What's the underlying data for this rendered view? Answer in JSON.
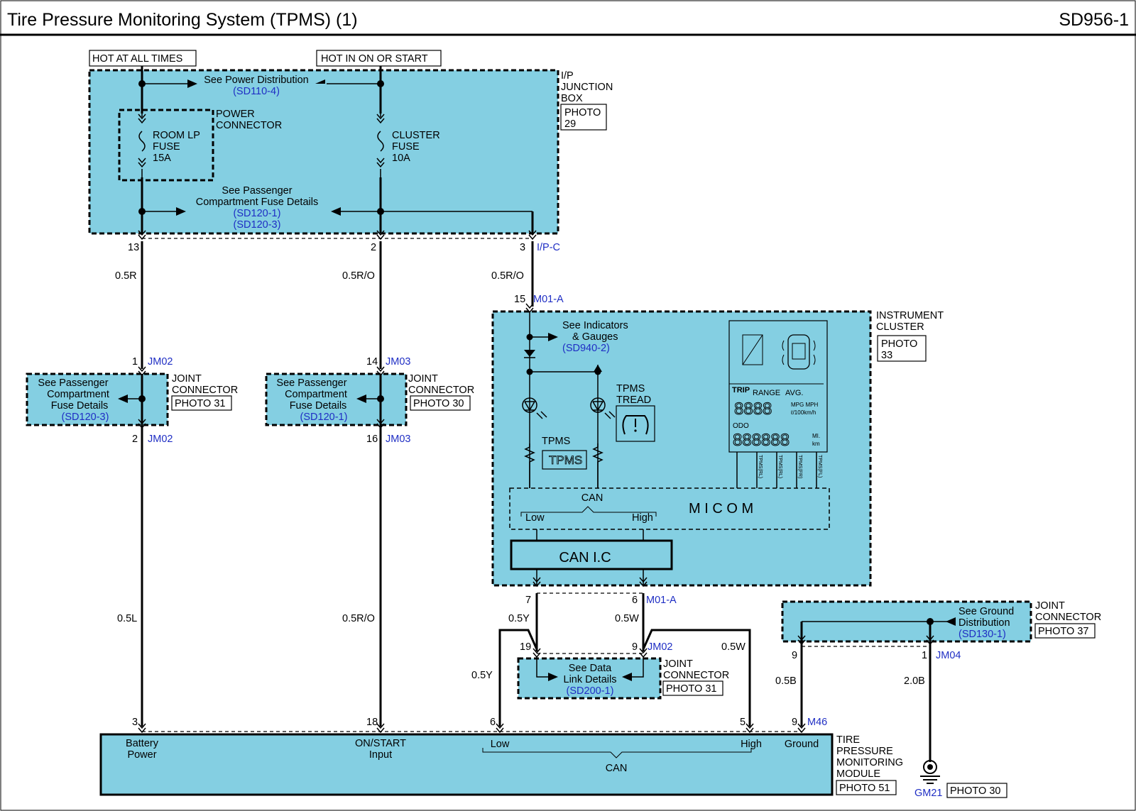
{
  "header": {
    "title": "Tire Pressure Monitoring System (TPMS) (1)",
    "code": "SD956-1"
  },
  "power": {
    "hot_all": "HOT AT ALL TIMES",
    "hot_on": "HOT IN ON OR START"
  },
  "junction_box": {
    "name": [
      "I/P",
      "JUNCTION",
      "BOX"
    ],
    "photo": [
      "PHOTO",
      "29"
    ],
    "see_power": "See Power Distribution",
    "see_power_ref": "(SD110-4)",
    "power_connector": [
      "POWER",
      "CONNECTOR"
    ],
    "fuse1": [
      "ROOM LP",
      "FUSE",
      "15A"
    ],
    "fuse2": [
      "CLUSTER",
      "FUSE",
      "10A"
    ],
    "see_pass": [
      "See Passenger",
      "Compartment Fuse Details"
    ],
    "see_pass_refs": [
      "(SD120-1)",
      "(SD120-3)"
    ],
    "pins": [
      "13",
      "2",
      "3"
    ],
    "connector": "I/P-C"
  },
  "wires": {
    "w1": "0.5R",
    "w2": "0.5R/O",
    "w3": "0.5R/O",
    "w4": "0.5L",
    "w5": "0.5R/O",
    "w6": "0.5Y",
    "w7": "0.5W",
    "w8": "0.5Y",
    "w9": "0.5W",
    "w10": "0.5B",
    "w11": "2.0B"
  },
  "jm02": {
    "pin_top": "1",
    "pin_bot": "2",
    "code": "JM02",
    "see": [
      "See Passenger",
      "Compartment",
      "Fuse Details"
    ],
    "ref": "(SD120-3)",
    "name": [
      "JOINT",
      "CONNECTOR"
    ],
    "photo": "PHOTO 31"
  },
  "jm03": {
    "pin_top": "14",
    "pin_bot": "16",
    "code": "JM03",
    "see": [
      "See Passenger",
      "Compartment",
      "Fuse Details"
    ],
    "ref": "(SD120-1)",
    "name": [
      "JOINT",
      "CONNECTOR"
    ],
    "photo": "PHOTO 30"
  },
  "cluster": {
    "pin_in": "15",
    "conn": "M01-A",
    "name": [
      "INSTRUMENT",
      "CLUSTER"
    ],
    "photo": [
      "PHOTO",
      "33"
    ],
    "see_ind": [
      "See Indicators",
      "& Gauges"
    ],
    "see_ind_ref": "(SD940-2)",
    "tpms": "TPMS",
    "tpms_tread": [
      "TPMS",
      "TREAD"
    ],
    "tpms_badge": "TPMS",
    "micom": "M I C O M",
    "can": "CAN",
    "low": "Low",
    "high": "High",
    "can_ic": "CAN I.C",
    "pin_low": "7",
    "pin_high": "6",
    "conn_out": "M01-A",
    "lcd": {
      "trip": "TRIP",
      "range": "RANGE",
      "avg": "AVG.",
      "digits1": "8888",
      "mpg": "MPG MPH",
      "l100": "ℓ/100km/h",
      "odo": "ODO",
      "digits2": "888888",
      "mi": "MI.",
      "km": "km",
      "cols": [
        "TPMS(RL)",
        "TPMS(RL)",
        "TPMS(FR)",
        "TPMS(FL)"
      ]
    }
  },
  "dlc": {
    "pin_a": "19",
    "pin_b": "9",
    "code": "JM02",
    "see": [
      "See Data",
      "Link Details"
    ],
    "ref": "(SD200-1)",
    "name": [
      "JOINT",
      "CONNECTOR"
    ],
    "photo": "PHOTO 31"
  },
  "ground_jc": {
    "see": [
      "See Ground",
      "Distribution"
    ],
    "ref": "(SD130-1)",
    "name": [
      "JOINT",
      "CONNECTOR"
    ],
    "photo": "PHOTO 37",
    "pin_a": "9",
    "pin_b": "1",
    "code": "JM04"
  },
  "module": {
    "pins": [
      "3",
      "18",
      "6",
      "5",
      "9"
    ],
    "conn": "M46",
    "battery": [
      "Battery",
      "Power"
    ],
    "onstart": [
      "ON/START",
      "Input"
    ],
    "low": "Low",
    "high": "High",
    "ground": "Ground",
    "can": "CAN",
    "name": [
      "TIRE",
      "PRESSURE",
      "MONITORING",
      "MODULE"
    ],
    "photo": "PHOTO 51"
  },
  "gm21": {
    "code": "GM21",
    "photo": "PHOTO 30"
  },
  "colors": {
    "box_fill": "#84cfe2",
    "link_blue": "#1f2ec4"
  }
}
